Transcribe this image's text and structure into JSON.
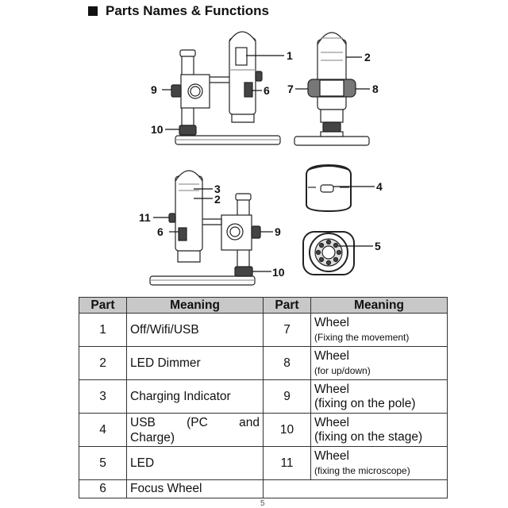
{
  "heading": {
    "title": "Parts Names & Functions"
  },
  "figure": {
    "callouts": {
      "c1": "1",
      "c2": "2",
      "c3": "3",
      "c4": "4",
      "c5": "5",
      "c6": "6",
      "c7": "7",
      "c8": "8",
      "c9": "9",
      "c10": "10",
      "c11": "11",
      "c2b": "2",
      "c6b": "6",
      "c9b": "9",
      "c10b": "10"
    }
  },
  "table": {
    "headers": [
      "Part",
      "Meaning",
      "Part",
      "Meaning"
    ],
    "rows": [
      {
        "part_a": "1",
        "meaning_a": "Off/Wifi/USB",
        "part_b": "7",
        "wheel": "Wheel",
        "detail": "(Fixing the movement)"
      },
      {
        "part_a": "2",
        "meaning_a": "LED Dimmer",
        "part_b": "8",
        "wheel": "Wheel",
        "detail": "(for up/down)"
      },
      {
        "part_a": "3",
        "meaning_a": "Charging Indicator",
        "part_b": "9",
        "wheel": "Wheel",
        "detail": "(fixing on the pole)"
      },
      {
        "part_a": "4",
        "meaning_a_w1": "USB",
        "meaning_a_w2": "(PC",
        "meaning_a_w3": "and",
        "meaning_a_line2": "Charge)",
        "part_b": "10",
        "wheel": "Wheel",
        "detail": "(fixing on the stage)"
      },
      {
        "part_a": "5",
        "meaning_a": "LED",
        "part_b": "11",
        "wheel": "Wheel",
        "detail": "(fixing the microscope)"
      },
      {
        "part_a": "6",
        "meaning_a": "Focus Wheel"
      }
    ]
  },
  "footer": {
    "mark": "5"
  }
}
